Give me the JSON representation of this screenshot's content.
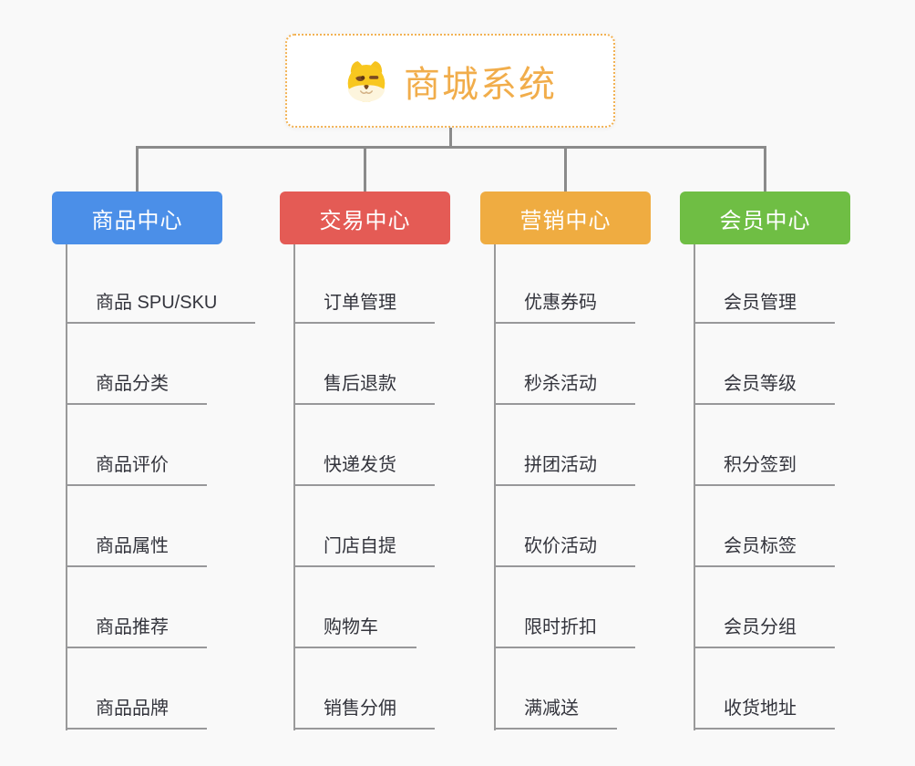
{
  "root": {
    "title": "商城系统",
    "icon": "doge-icon",
    "title_color": "#f1ad4b",
    "border_color": "#f2b254"
  },
  "branches": [
    {
      "label": "商品中心",
      "color": "#4b8fe8",
      "items": [
        "商品 SPU/SKU",
        "商品分类",
        "商品评价",
        "商品属性",
        "商品推荐",
        "商品品牌"
      ]
    },
    {
      "label": "交易中心",
      "color": "#e45b55",
      "items": [
        "订单管理",
        "售后退款",
        "快递发货",
        "门店自提",
        "购物车",
        "销售分佣"
      ]
    },
    {
      "label": "营销中心",
      "color": "#efac41",
      "items": [
        "优惠券码",
        "秒杀活动",
        "拼团活动",
        "砍价活动",
        "限时折扣",
        "满减送"
      ]
    },
    {
      "label": "会员中心",
      "color": "#6fbe44",
      "items": [
        "会员管理",
        "会员等级",
        "积分签到",
        "会员标签",
        "会员分组",
        "收货地址"
      ]
    }
  ]
}
